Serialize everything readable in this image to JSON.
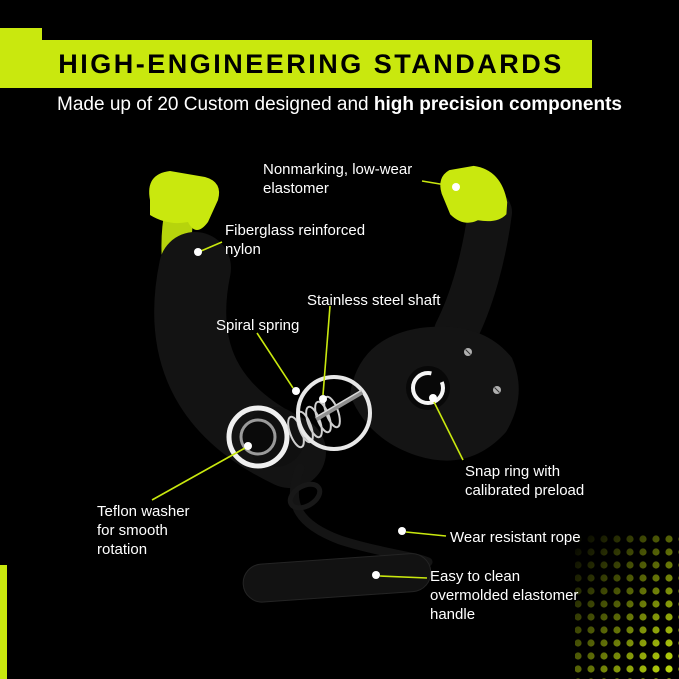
{
  "header": {
    "title": "HIGH-ENGINEERING STANDARDS"
  },
  "subtitle": {
    "regular": "Made up of 20 Custom designed and ",
    "bold": "high precision components"
  },
  "callouts": [
    {
      "id": "elastomer-tip",
      "lines": [
        "Nonmarking, low-wear",
        "elastomer"
      ]
    },
    {
      "id": "fiberglass-nylon",
      "lines": [
        "Fiberglass reinforced",
        "nylon"
      ]
    },
    {
      "id": "steel-shaft",
      "lines": [
        "Stainless steel shaft"
      ]
    },
    {
      "id": "spiral-spring",
      "lines": [
        "Spiral spring"
      ]
    },
    {
      "id": "snap-ring",
      "lines": [
        "Snap ring with",
        "calibrated preload"
      ]
    },
    {
      "id": "teflon-washer",
      "lines": [
        "Teflon washer",
        "for smooth",
        "rotation"
      ]
    },
    {
      "id": "rope",
      "lines": [
        "Wear resistant rope"
      ]
    },
    {
      "id": "handle",
      "lines": [
        "Easy to clean",
        "overmolded elastomer",
        "handle"
      ]
    }
  ],
  "colors": {
    "accent": "#c9e80e",
    "background": "#000000",
    "text": "#ffffff",
    "banner_text": "#000000"
  }
}
